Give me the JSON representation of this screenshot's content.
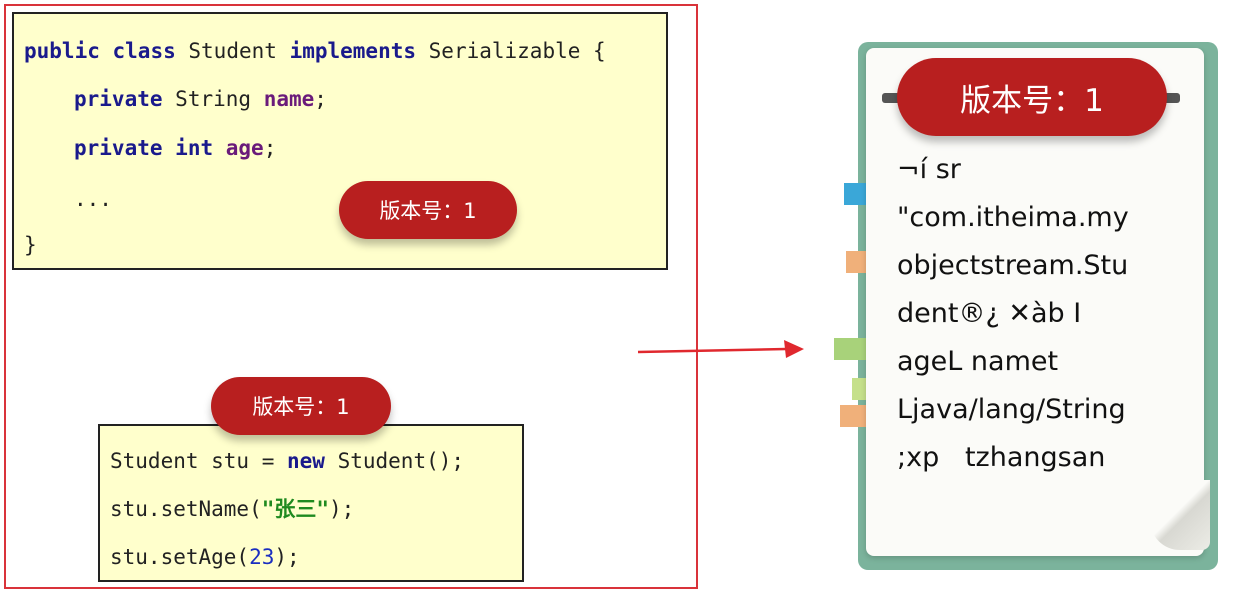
{
  "class_code": {
    "line1": {
      "kw1": "public",
      "kw2": "class",
      "name": "Student",
      "kw3": "implements",
      "iface": "Serializable",
      "brace": "{"
    },
    "line2": {
      "kw": "private",
      "type": "String",
      "field": "name",
      "end": ";"
    },
    "line3": {
      "kw1": "private",
      "kw2": "int",
      "field": "age",
      "end": ";"
    },
    "line4": "...",
    "line5": "}"
  },
  "usage_code": {
    "line1": {
      "prefix": "Student stu = ",
      "kw": "new",
      "suffix": " Student();"
    },
    "line2": {
      "prefix": "stu.setName(",
      "str": "\"张三\"",
      "suffix": ");"
    },
    "line3": {
      "prefix": "stu.setAge(",
      "num": "23",
      "suffix": ");"
    }
  },
  "badges": {
    "class_version": "版本号：1",
    "usage_version": "版本号：1",
    "file_version": "版本号：1"
  },
  "file_content": [
    "¬í sr",
    "\"com.itheima.my",
    "objectstream.Stu",
    "dent®¿ ✕àb I",
    "ageL namet",
    "Ljava/lang/String",
    ";xp   tzhangsan"
  ],
  "colors": {
    "frame": "#d9333a",
    "badge": "#b81f1f",
    "code_bg": "#ffffcc",
    "notebook": "#7bb39c",
    "tab_blue": "#3aa7d8",
    "tab_orange": "#f0b07a",
    "tab_green": "#a8d27a"
  }
}
